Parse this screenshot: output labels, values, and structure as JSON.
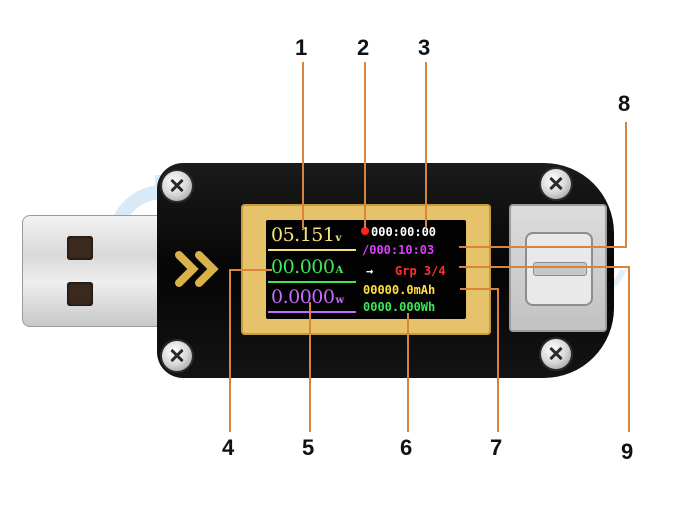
{
  "screen": {
    "voltage": {
      "value": "05.151",
      "unit": "v"
    },
    "current": {
      "value": "00.000",
      "unit": "A"
    },
    "power": {
      "value": "0.0000",
      "unit": "w"
    },
    "record_time": "000:00:00",
    "run_time": "/000:10:03",
    "group_arrow": "→",
    "group": "Grp 3/4",
    "capacity_mah": "00000.0mAh",
    "energy_wh": "0000.000Wh"
  },
  "callouts": [
    "1",
    "2",
    "3",
    "4",
    "5",
    "6",
    "7",
    "8",
    "9"
  ],
  "colors": {
    "voltage": "#f5e27a",
    "current": "#3ee65a",
    "power": "#c66bff",
    "record_dot": "#ff2020",
    "record_time": "#ffffff",
    "run_time": "#e03cff",
    "group": "#ff3030",
    "capacity": "#ffe03a",
    "energy": "#3ee65a",
    "callout_line": "#d8843a",
    "bezel": "#e6c26a"
  },
  "icons": [
    "plug-slot",
    "screw-icon",
    "chevron-logo-icon",
    "usb-c-port",
    "gear-watermark-icon"
  ]
}
